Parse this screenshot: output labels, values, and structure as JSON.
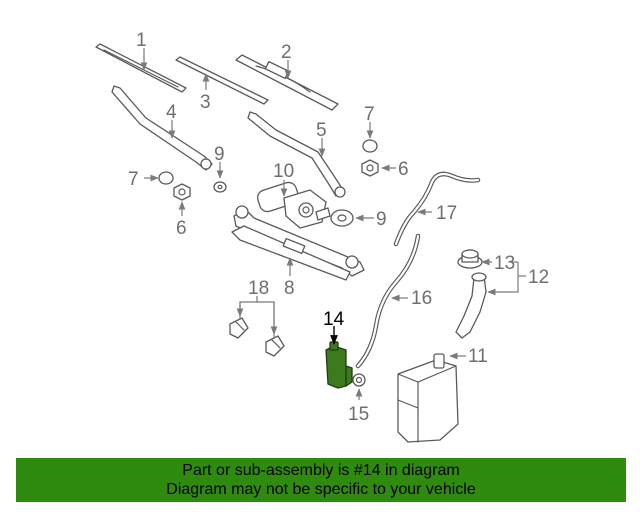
{
  "callouts": {
    "c1": "1",
    "c2": "2",
    "c3": "3",
    "c4": "4",
    "c5": "5",
    "c6a": "6",
    "c6b": "6",
    "c7a": "7",
    "c7b": "7",
    "c8": "8",
    "c9a": "9",
    "c9b": "9",
    "c10": "10",
    "c11": "11",
    "c12": "12",
    "c13": "13",
    "c14": "14",
    "c15": "15",
    "c16": "16",
    "c17": "17",
    "c18": "18"
  },
  "highlighted_part": "14",
  "banner": {
    "line1": "Part or sub-assembly is #14 in diagram",
    "line2": "Diagram may not be specific to your vehicle"
  },
  "colors": {
    "highlight_part": "#3d7a1e",
    "banner_bg": "#2e8b0e"
  }
}
